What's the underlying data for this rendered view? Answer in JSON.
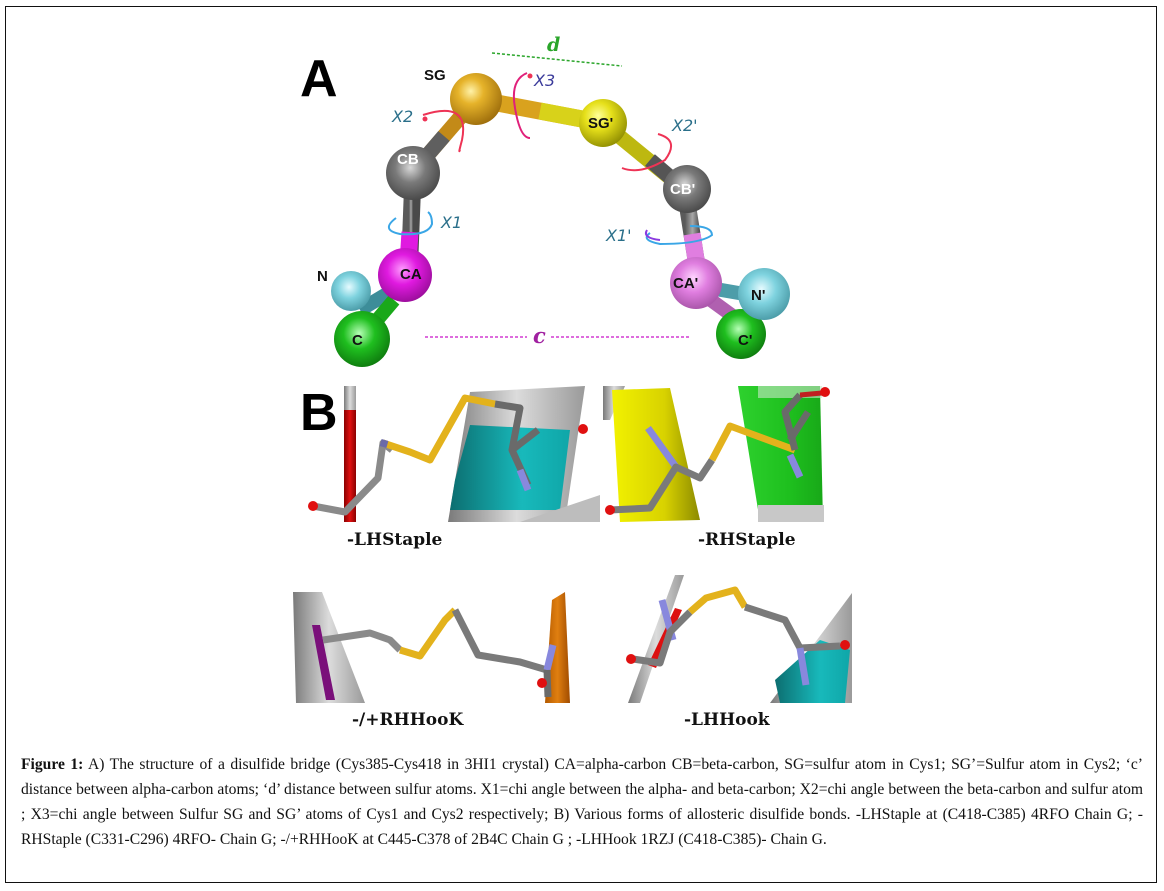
{
  "figure": {
    "panel_a": {
      "letter": "A",
      "atoms": {
        "sg": "SG",
        "sg_prime": "SG'",
        "cb": "CB",
        "cb_prime": "CB'",
        "ca": "CA",
        "ca_prime": "CA'",
        "n": "N",
        "n_prime": "N'",
        "c": "C",
        "c_prime": "C'"
      },
      "chi_labels": {
        "x1": "X1",
        "x1_prime": "X1'",
        "x2": "X2",
        "x2_prime": "X2'",
        "x3": "X3"
      },
      "distances": {
        "d": "d",
        "c": "c"
      },
      "colors": {
        "sulfur_sg": "#e0a81c",
        "sulfur_sg_prime": "#e6e01a",
        "carbon_beta": "#6e6e6e",
        "alpha_carbon": "#e01ae0",
        "alpha_carbon_prime": "#e07ee0",
        "nitrogen": "#7fd3df",
        "carbon": "#1fbf1f",
        "chi_rot_red": "#ee3355",
        "chi_rot_magenta": "#e0207a",
        "chi_rot_blue": "#3aa6e6",
        "chi_rot_purple": "#8a3be0",
        "d_line": "#2aa52a",
        "c_line": "#d23cd2"
      }
    },
    "panel_b": {
      "letter": "B",
      "subfigures": [
        {
          "label": "-LHStaple"
        },
        {
          "label": "-RHStaple"
        },
        {
          "label": "-/+RHHooK"
        },
        {
          "label": "-LHHook"
        }
      ]
    }
  },
  "caption": {
    "label": "Figure 1:",
    "text": " A) The structure of a disulfide bridge (Cys385-Cys418 in 3HI1 crystal) CA=alpha-carbon CB=beta-carbon, SG=sulfur atom in Cys1; SG’=Sulfur atom in Cys2; ‘c’ distance between alpha-carbon atoms; ‘d’ distance between sulfur atoms. X1=chi angle between the alpha- and beta-carbon; X2=chi angle between the beta-carbon and sulfur atom ; X3=chi angle between Sulfur SG and SG’ atoms of Cys1 and Cys2 respectively; B) Various forms of allosteric disulfide bonds. -LHStaple at (C418-C385) 4RFO Chain G; -RHStaple (C331-C296) 4RFO- Chain G; -/+RHHooK at C445-C378 of 2B4C Chain G ; -LHHook 1RZJ (C418-C385)- Chain G."
  }
}
